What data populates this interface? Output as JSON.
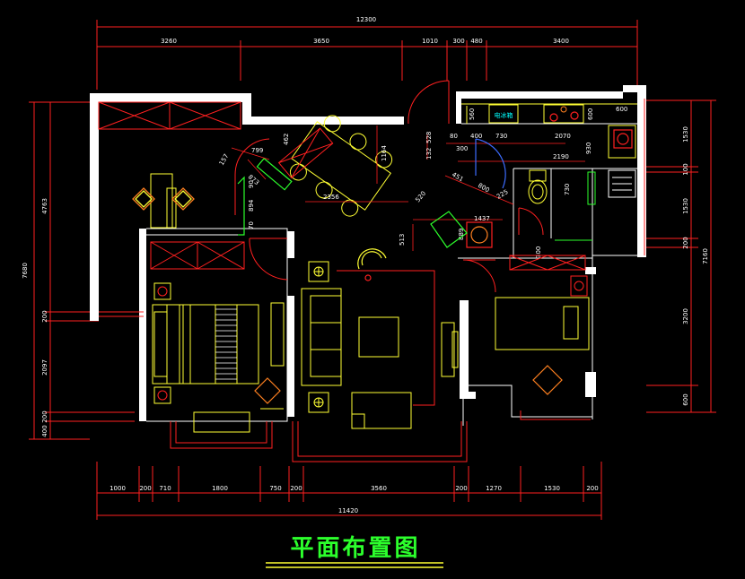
{
  "title": "平面布置图",
  "colors": {
    "background": "#000000",
    "wall": "#ffffff",
    "dimension": "#ff2020",
    "furniture": "#ffff33",
    "title": "#2cff2c",
    "window": "#ff2020"
  },
  "dims_top": {
    "overall": "12300",
    "segments": [
      "3260",
      "3650",
      "1010",
      "300",
      "480",
      "3400"
    ]
  },
  "dims_bottom": {
    "overall": "11420",
    "segments": [
      "1000",
      "200",
      "710",
      "1800",
      "750",
      "200",
      "3560",
      "200",
      "1270",
      "1530",
      "200"
    ]
  },
  "dims_left": {
    "overall": "7680",
    "segments": [
      "4763",
      "200",
      "2097",
      "400",
      "200"
    ]
  },
  "dims_right": {
    "overall": "7160",
    "segments": [
      "1530",
      "100",
      "1530",
      "200",
      "3200",
      "600"
    ]
  },
  "interior_dims": [
    "799",
    "462",
    "157",
    "873",
    "894",
    "90",
    "70",
    "1164",
    "2356",
    "132",
    "528",
    "80",
    "400",
    "730",
    "2070",
    "930",
    "2190",
    "300",
    "451",
    "800",
    "225",
    "730",
    "520",
    "1437",
    "513",
    "889",
    "560",
    "600",
    "600",
    "300"
  ],
  "kitchen_label": "电冰箱"
}
